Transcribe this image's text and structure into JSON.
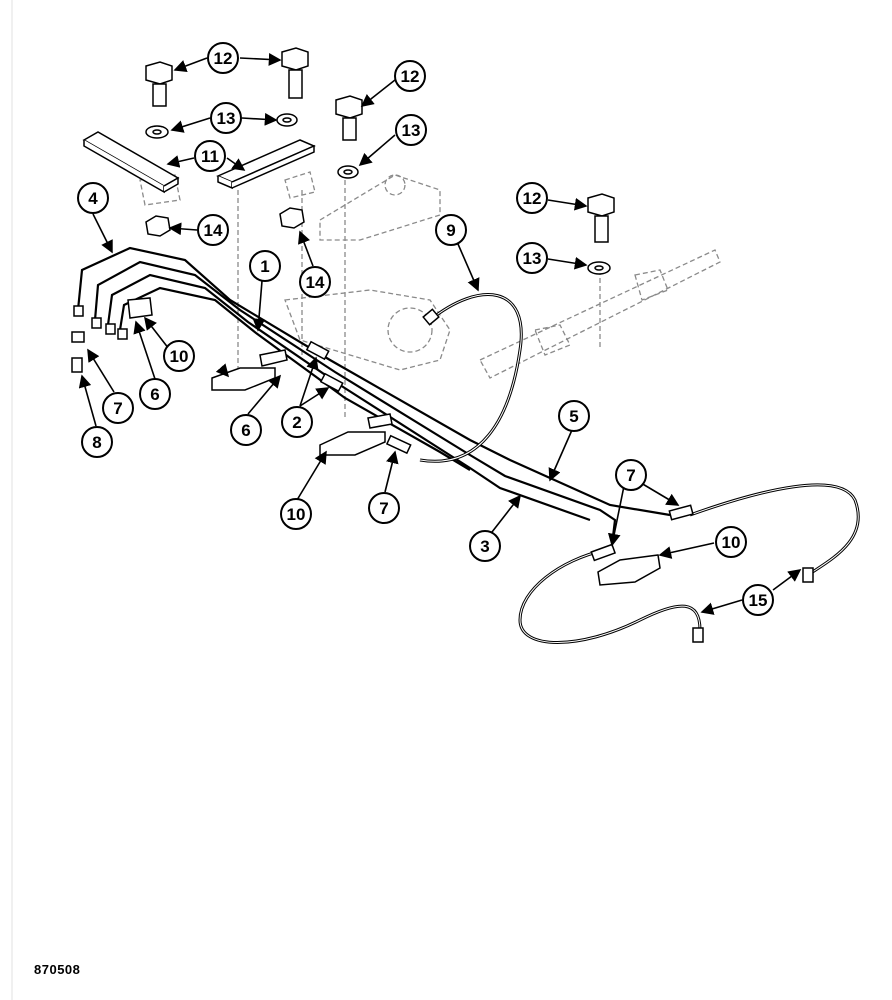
{
  "drawing_code": "870508",
  "callouts": [
    {
      "label": "1"
    },
    {
      "label": "2"
    },
    {
      "label": "3"
    },
    {
      "label": "4"
    },
    {
      "label": "5"
    },
    {
      "label": "6"
    },
    {
      "label": "6"
    },
    {
      "label": "7"
    },
    {
      "label": "7"
    },
    {
      "label": "7"
    },
    {
      "label": "8"
    },
    {
      "label": "9"
    },
    {
      "label": "10"
    },
    {
      "label": "10"
    },
    {
      "label": "10"
    },
    {
      "label": "11"
    },
    {
      "label": "12"
    },
    {
      "label": "12"
    },
    {
      "label": "12"
    },
    {
      "label": "13"
    },
    {
      "label": "13"
    },
    {
      "label": "13"
    },
    {
      "label": "14"
    },
    {
      "label": "14"
    },
    {
      "label": "15"
    }
  ],
  "colors": {
    "ink": "#000000",
    "ghost": "#9a9a9a",
    "paper": "#ffffff"
  }
}
